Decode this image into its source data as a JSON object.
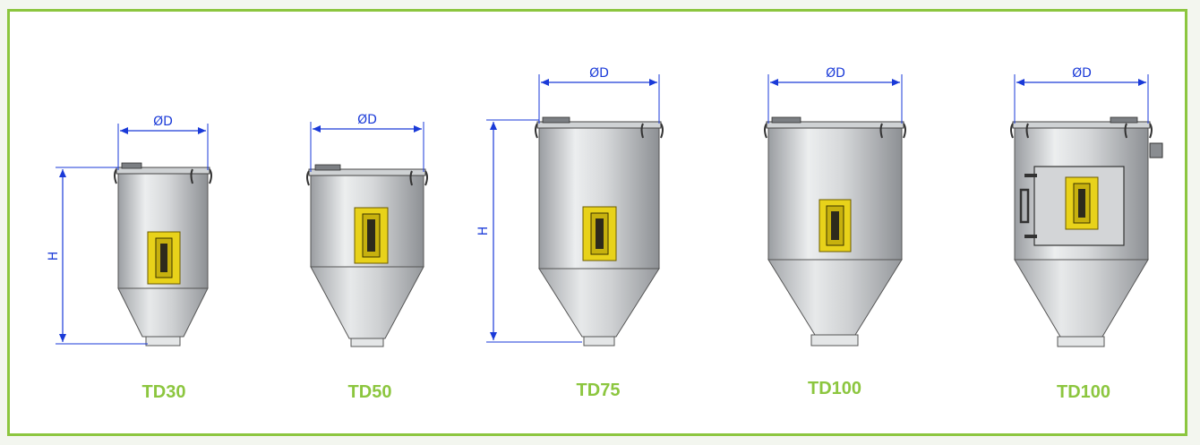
{
  "colors": {
    "frame_border": "#8cc63f",
    "model_label": "#8cc63f",
    "dimension_lines": "#1a3ad8",
    "sight_glass": "#e8d21a",
    "hopper_body": "#c9cbce"
  },
  "dimension_labels": {
    "diameter": "ØD",
    "height": "H"
  },
  "hoppers": [
    {
      "model": "TD30",
      "has_height_dim": true,
      "has_side_door": false
    },
    {
      "model": "TD50",
      "has_height_dim": false,
      "has_side_door": false
    },
    {
      "model": "TD75",
      "has_height_dim": true,
      "has_side_door": false
    },
    {
      "model": "TD100",
      "has_height_dim": false,
      "has_side_door": false
    },
    {
      "model": "TD100",
      "has_height_dim": false,
      "has_side_door": true
    }
  ]
}
